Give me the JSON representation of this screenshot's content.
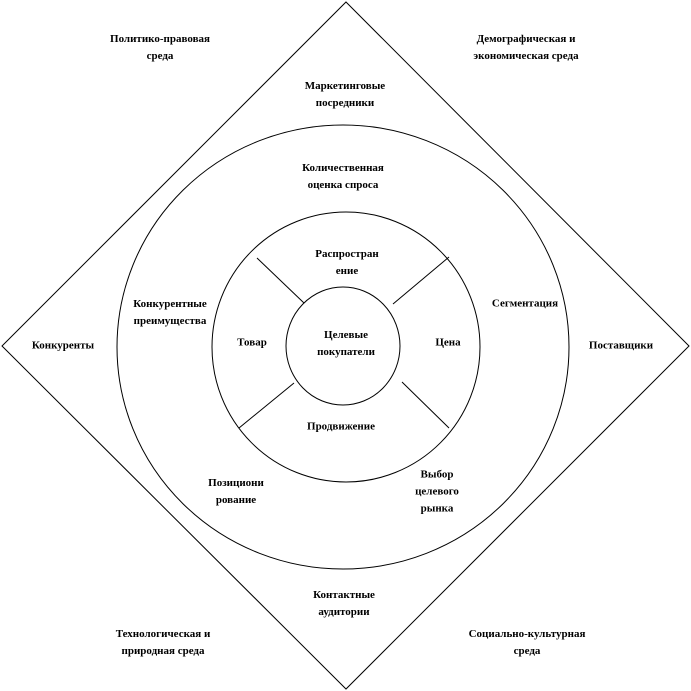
{
  "colors": {
    "line": "#000000",
    "background": "#ffffff"
  },
  "environment": {
    "top_left": "Политико-правовая\nсреда",
    "top_right": "Демографическая и\nэкономическая среда",
    "bottom_left": "Технологическая и\nприродная среда",
    "bottom_right": "Социально-культурная\nсреда"
  },
  "micro": {
    "top": "Маркетинговые\nпосредники",
    "left": "Конкуренты",
    "right": "Поставщики",
    "bottom": "Контактные\nаудитории"
  },
  "strategy": {
    "top": "Количественная\nоценка спроса",
    "left": "Конкурентные\nпреимущества",
    "right": "Сегментация",
    "bottom_left": "Позициони\nрование",
    "bottom_right": "Выбор\nцелевого\nрынка"
  },
  "mix": {
    "top": "Распростран\nение",
    "left": "Товар",
    "right": "Цена",
    "bottom": "Продвижение"
  },
  "center": "Целевые\nпокупатели"
}
